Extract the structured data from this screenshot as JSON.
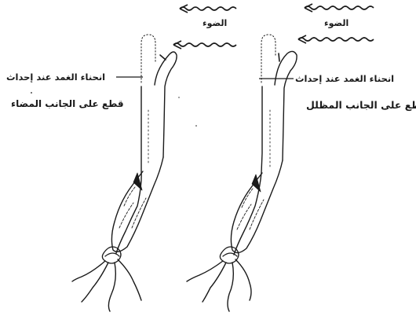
{
  "labels": {
    "light_left": "الضوء",
    "light_right": "الضوء",
    "bend_left": "انحناء الغمد عند إحداث",
    "cut_left": "قطع على الجانب المضاء",
    "bend_right": "انحناء الغمد عند إحداث",
    "cut_right": "قطع على الجانب المظلل"
  },
  "colors": {
    "ink": "#1a1a1a",
    "background": "#ffffff"
  }
}
